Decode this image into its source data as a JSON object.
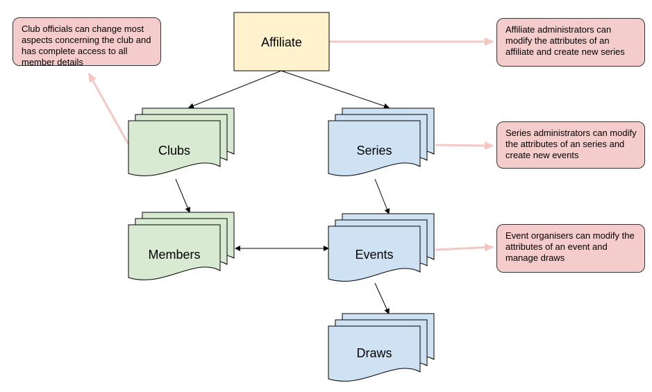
{
  "nodes": {
    "affiliate": {
      "label": "Affiliate"
    },
    "clubs": {
      "label": "Clubs"
    },
    "series": {
      "label": "Series"
    },
    "members": {
      "label": "Members"
    },
    "events": {
      "label": "Events"
    },
    "draws": {
      "label": "Draws"
    }
  },
  "notes": {
    "club": "Club officials can change most aspects concerning the club and has complete access to all member details",
    "affiliate": "Affiliate administrators can modify the attributes of an affiliate and create new series",
    "series": "Series administrators can modify the attributes of an series and create new events",
    "event": "Event organisers  can modify the attributes of an event and manage draws"
  },
  "colors": {
    "affiliate_fill": "#fff2cc",
    "club_fill": "#d9ead3",
    "series_fill": "#cfe2f3",
    "note_fill": "#f4cccc",
    "note_arrow": "#f4c7c3",
    "stroke": "#000000"
  }
}
